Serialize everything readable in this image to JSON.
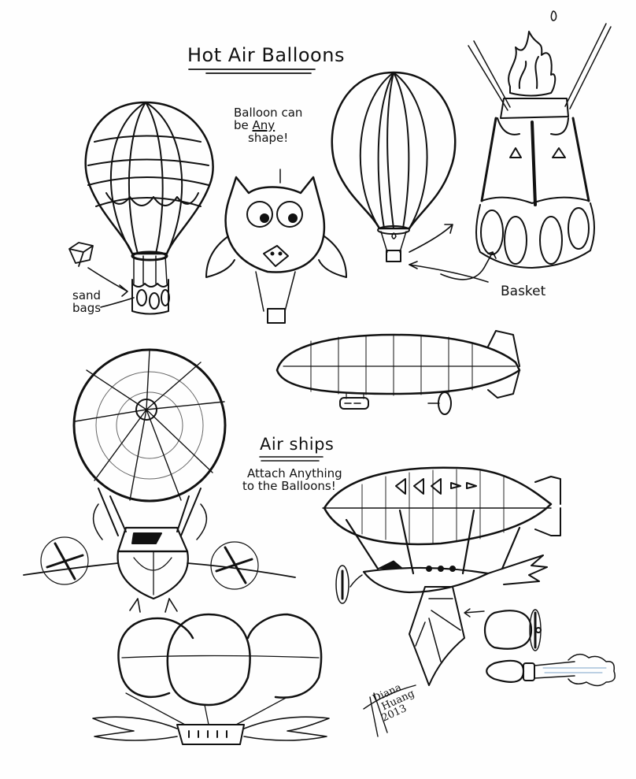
{
  "page": {
    "background": "#fefefe",
    "ink_color": "#111111"
  },
  "sections": {
    "hot_air_balloons": {
      "title": "Hot Air Balloons"
    },
    "airships": {
      "title": "Air ships",
      "subtitle_line1": "Attach Anything",
      "subtitle_line2": "to the Balloons!"
    }
  },
  "annotations": {
    "any_shape": {
      "line1": "Balloon can",
      "line2_prefix": "be ",
      "line2_emph": "Any",
      "line3": "shape!"
    },
    "sand_bags": {
      "line1": "sand",
      "line2": "bags"
    },
    "basket": "Basket"
  },
  "signature": {
    "name_line1": "Diana",
    "name_line2": "Huang",
    "year": "2013"
  },
  "drawings": [
    {
      "name": "striped-hot-air-balloon-with-sandbags",
      "icon": "hot-air-balloon"
    },
    {
      "name": "owl-shaped-balloon",
      "icon": "owl-balloon"
    },
    {
      "name": "simple-hot-air-balloon",
      "icon": "hot-air-balloon"
    },
    {
      "name": "burner-and-basket-closeup",
      "icon": "flame-basket"
    },
    {
      "name": "small-box-basket",
      "icon": "box"
    },
    {
      "name": "zeppelin",
      "icon": "blimp"
    },
    {
      "name": "bird-airship-round-balloon",
      "icon": "round-balloon-propellers"
    },
    {
      "name": "bat-wing-airship",
      "icon": "airship-wing"
    },
    {
      "name": "triple-balloon-airship",
      "icon": "triple-balloon"
    },
    {
      "name": "propeller-engine",
      "icon": "propeller"
    },
    {
      "name": "rocket-engine",
      "icon": "rocket"
    }
  ]
}
